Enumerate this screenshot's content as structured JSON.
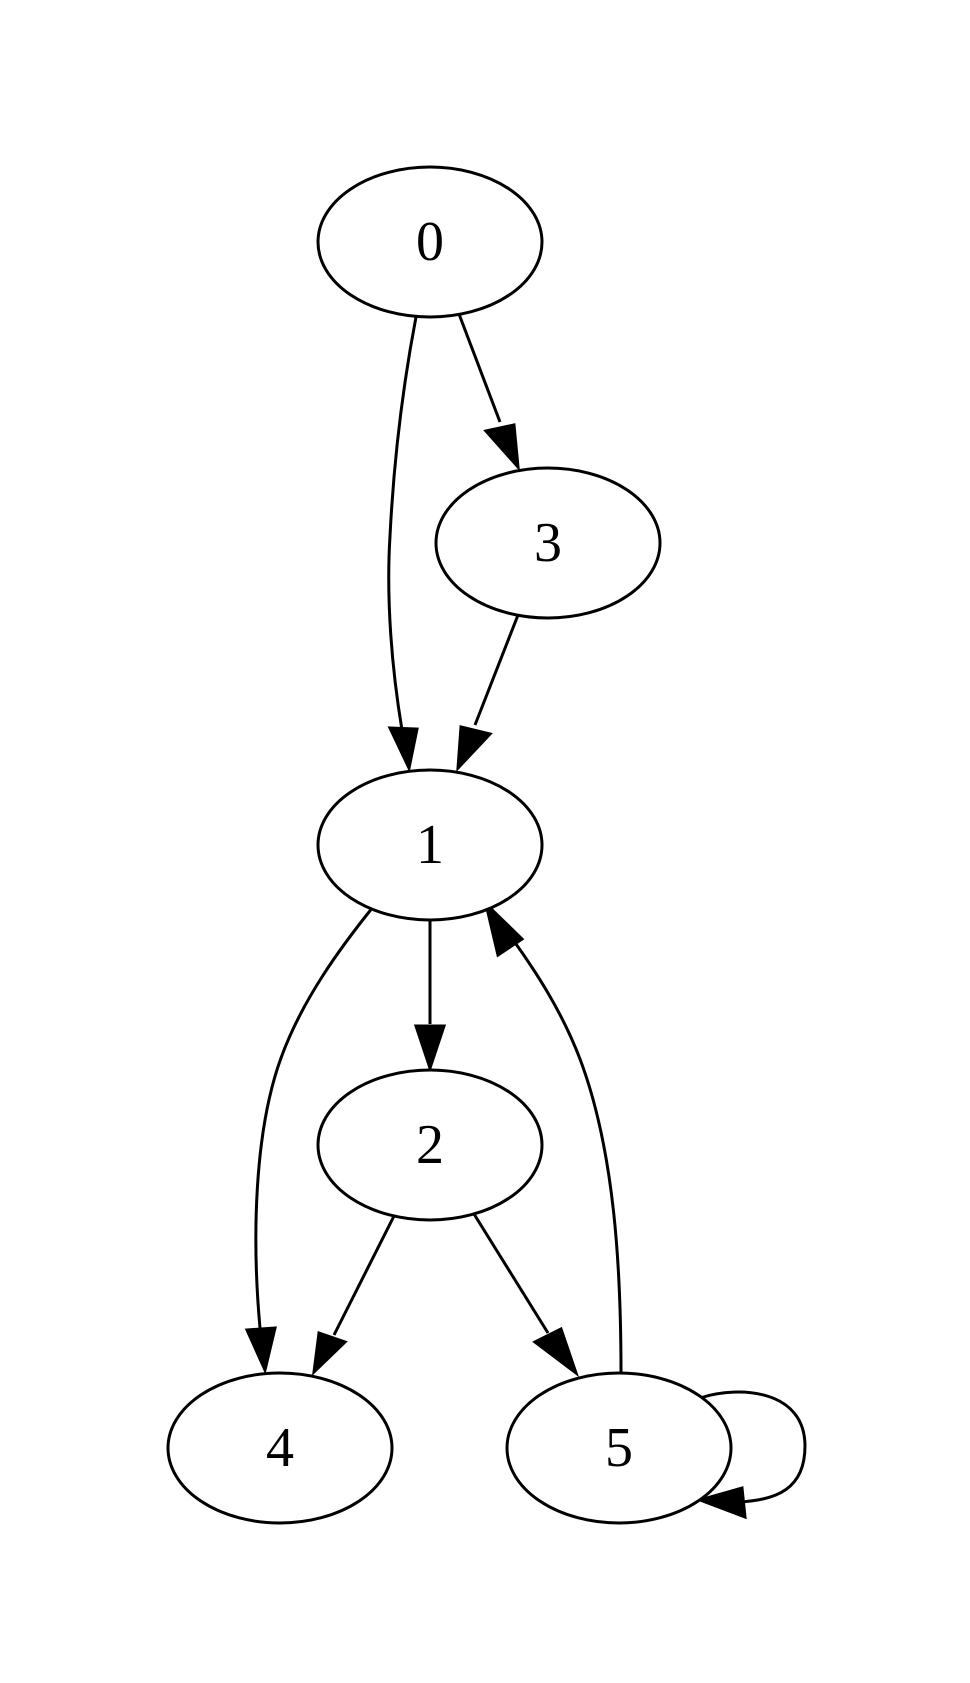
{
  "graph": {
    "nodes": [
      {
        "id": "0",
        "label": "0"
      },
      {
        "id": "3",
        "label": "3"
      },
      {
        "id": "1",
        "label": "1"
      },
      {
        "id": "2",
        "label": "2"
      },
      {
        "id": "4",
        "label": "4"
      },
      {
        "id": "5",
        "label": "5"
      }
    ],
    "edges": [
      {
        "from": "0",
        "to": "1"
      },
      {
        "from": "0",
        "to": "3"
      },
      {
        "from": "3",
        "to": "1"
      },
      {
        "from": "1",
        "to": "2"
      },
      {
        "from": "1",
        "to": "4"
      },
      {
        "from": "2",
        "to": "4"
      },
      {
        "from": "2",
        "to": "5"
      },
      {
        "from": "5",
        "to": "1"
      },
      {
        "from": "5",
        "to": "5"
      }
    ],
    "colors": {
      "stroke": "#000000",
      "background": "#ffffff"
    }
  }
}
